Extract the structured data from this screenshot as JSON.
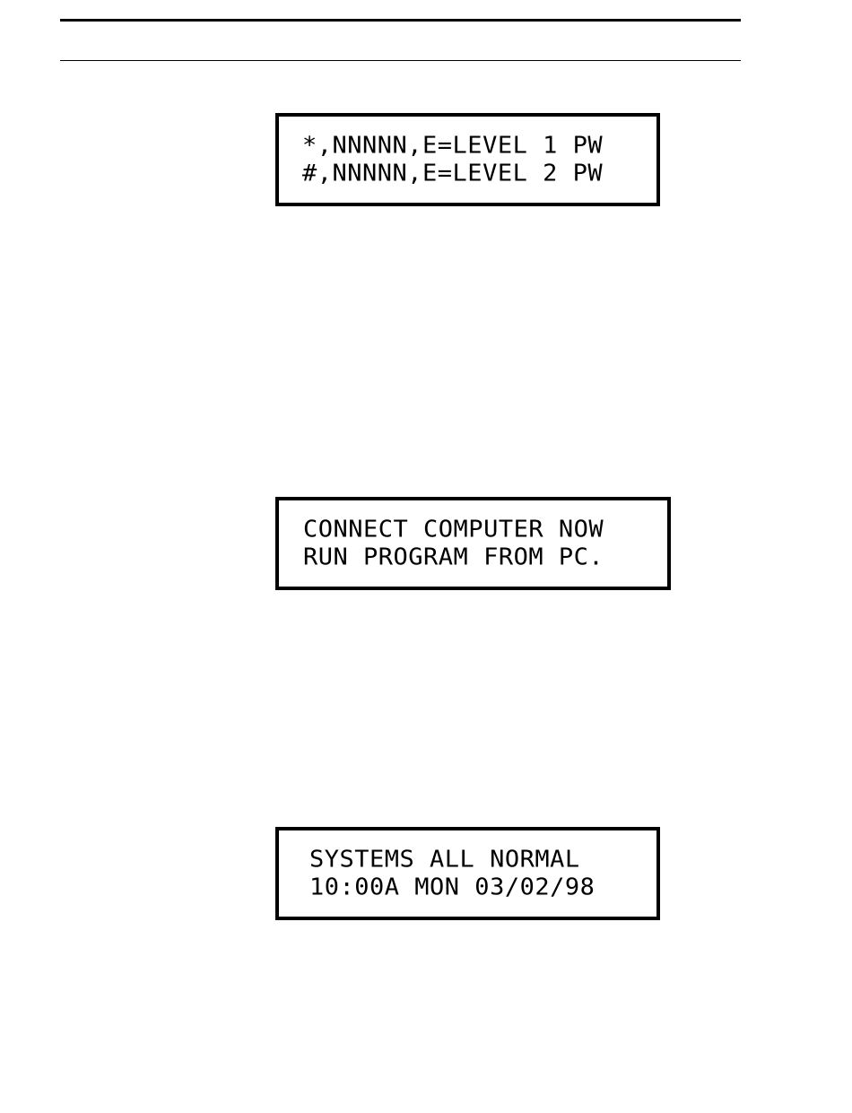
{
  "displays": [
    {
      "line1": "*,NNNNN,E=LEVEL 1 PW",
      "line2": "#,NNNNN,E=LEVEL 2 PW"
    },
    {
      "line1": "CONNECT COMPUTER NOW",
      "line2": "RUN PROGRAM FROM PC."
    },
    {
      "line1": "SYSTEMS ALL NORMAL",
      "line2": "10:00A MON 03/02/98"
    }
  ]
}
